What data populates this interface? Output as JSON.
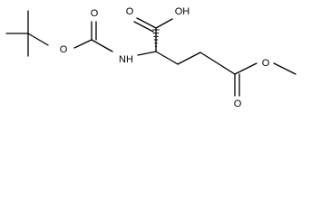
{
  "molecule": {
    "atom_labels": [
      {
        "id": "o_acid_carbonyl",
        "text": "O"
      },
      {
        "id": "oh_acid",
        "text": "OH"
      },
      {
        "id": "o_boc_ether",
        "text": "O"
      },
      {
        "id": "o_boc_carbonyl",
        "text": "O"
      },
      {
        "id": "nh_amide",
        "text": "NH"
      },
      {
        "id": "o_ester_ether",
        "text": "O"
      },
      {
        "id": "o_ester_carbonyl",
        "text": "O"
      }
    ],
    "colors": {
      "bond": "#000000",
      "label": "#000000",
      "background": "#ffffff"
    }
  }
}
